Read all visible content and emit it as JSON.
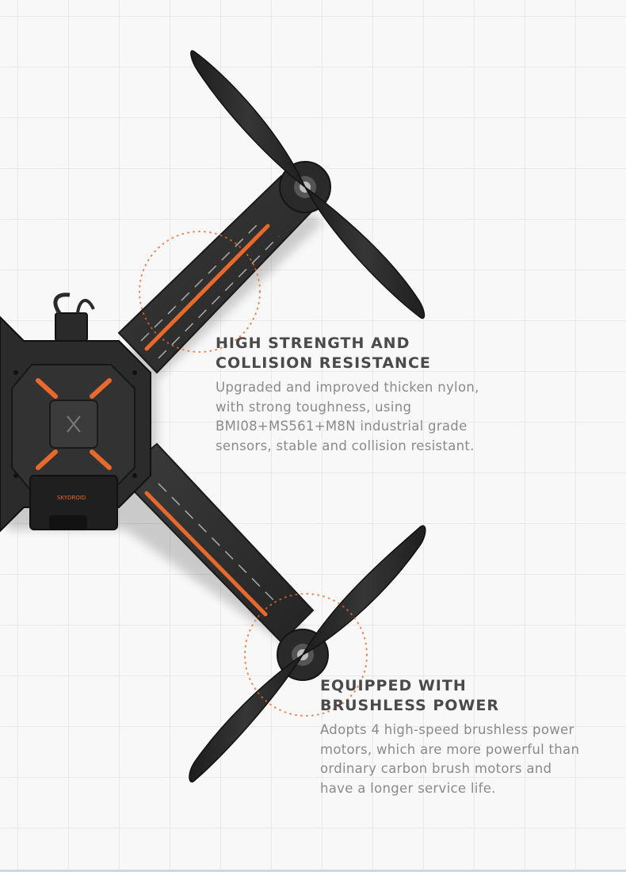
{
  "brand": {
    "body_logo_text": "SKYDROID"
  },
  "callouts": [
    {
      "heading": "HIGH STRENGTH AND\nCOLLISION RESISTANCE",
      "body": "Upgraded and improved thicken nylon,\nwith strong toughness, using\nBMI08+MS561+M8N industrial grade\nsensors, stable and collision resistant."
    },
    {
      "heading": "EQUIPPED WITH\nBRUSHLESS POWER",
      "body": "Adopts 4 high-speed brushless power\nmotors, which are more powerful than\nordinary carbon brush motors and\nhave a longer service life."
    }
  ],
  "colors": {
    "accent": "#e8692c",
    "frame": "#2f2f2f",
    "prop": "#262626",
    "background": "#f8f8f8"
  }
}
